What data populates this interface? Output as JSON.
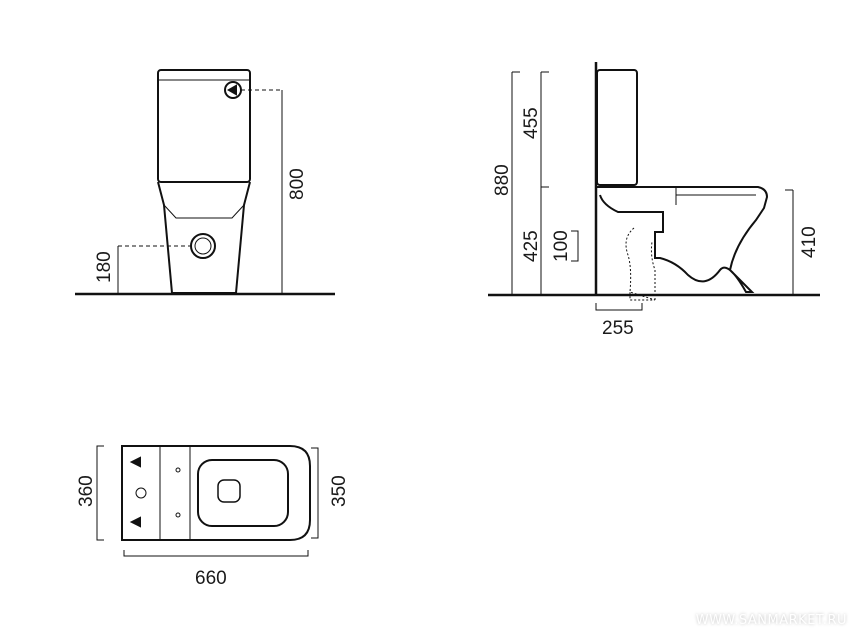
{
  "dimensions": {
    "front_view": {
      "total_height": "800",
      "outlet_height": "180"
    },
    "side_view": {
      "total_height": "880",
      "tank_height": "455",
      "bowl_height": "425",
      "outlet_size": "100",
      "seat_height": "410",
      "outlet_offset": "255"
    },
    "top_view": {
      "tank_width": "360",
      "bowl_width": "350",
      "length": "660"
    }
  },
  "watermark": "WWW.SANMARKET.RU"
}
